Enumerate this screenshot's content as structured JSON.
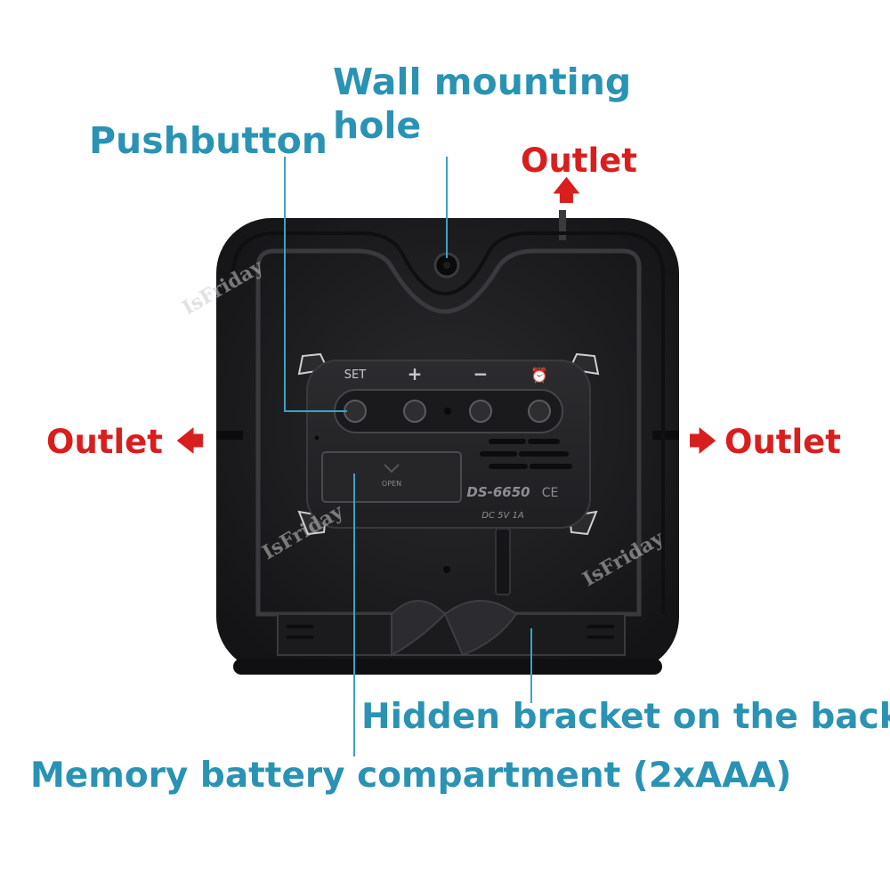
{
  "labels": {
    "wall_mounting_hole_line1": "Wall mounting",
    "wall_mounting_hole_line2": "hole",
    "pushbutton": "Pushbutton",
    "outlet_top": "Outlet",
    "outlet_left": "Outlet",
    "outlet_right": "Outlet",
    "hidden_bracket": "Hidden bracket on the back",
    "memory_battery": "Memory battery compartment (2xAAA)"
  },
  "device": {
    "buttons": [
      "SET",
      "+",
      "−",
      "⏰"
    ],
    "battery_cover_text": "OPEN",
    "model": "DS-6650",
    "ce_mark": "CE",
    "power_rating": "DC 5V 1A"
  },
  "watermark": "IsFriday",
  "colors": {
    "annotation_blue": "#2a93b4",
    "outlet_red": "#d91e1e",
    "device_body": "#1c1c1e"
  }
}
